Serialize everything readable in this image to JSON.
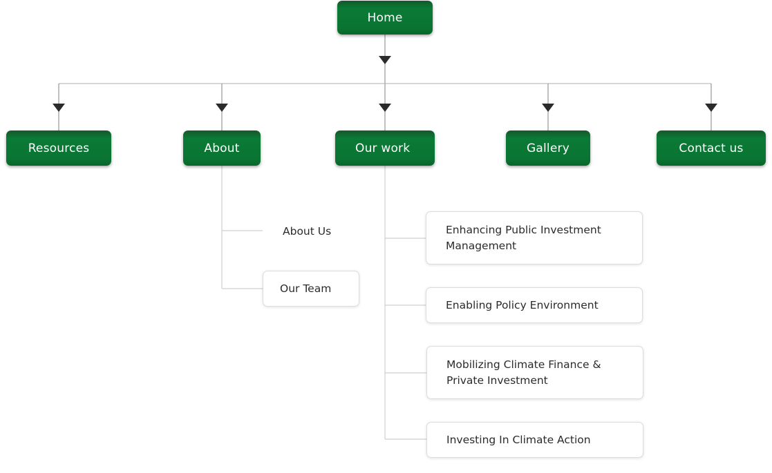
{
  "home": {
    "label": "Home"
  },
  "top_nav": [
    {
      "label": "Resources"
    },
    {
      "label": "About"
    },
    {
      "label": "Our work"
    },
    {
      "label": "Gallery"
    },
    {
      "label": "Contact us"
    }
  ],
  "about_children": [
    {
      "label": "About Us"
    },
    {
      "label": "Our Team"
    }
  ],
  "our_work_children": [
    {
      "label": "Enhancing Public Investment Management"
    },
    {
      "label": "Enabling Policy Environment"
    },
    {
      "label": "Mobilizing Climate Finance & Private Investment"
    },
    {
      "label": "Investing In Climate Action"
    }
  ],
  "colors": {
    "node_green": "#0a7433",
    "connector_gray": "#bdbdbd",
    "arrow_dark": "#2b2b2b"
  }
}
